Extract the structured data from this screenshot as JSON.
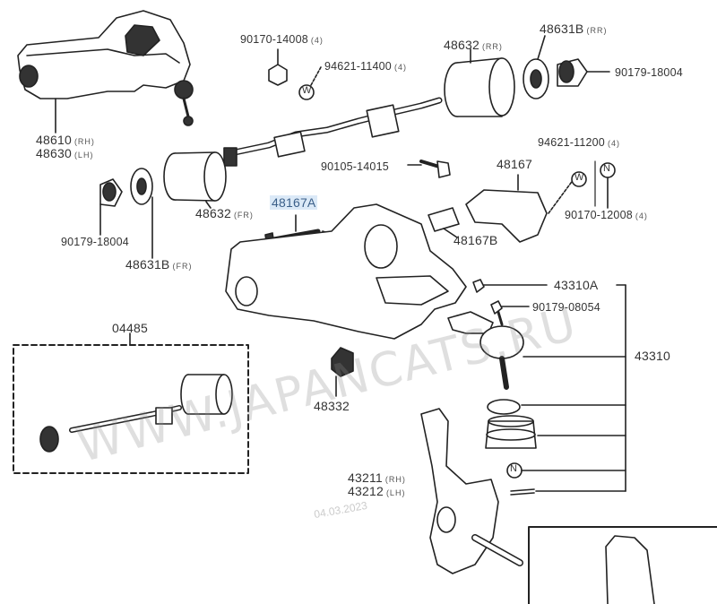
{
  "labels": {
    "p48610": {
      "pn": "48610",
      "sfx": "(RH)"
    },
    "p48630": {
      "pn": "48630",
      "sfx": "(LH)"
    },
    "p90170_14008": {
      "pn": "90170-14008",
      "sfx": "(4)"
    },
    "p94621_11400": {
      "pn": "94621-11400",
      "sfx": "(4)"
    },
    "p48632_rr": {
      "pn": "48632",
      "sfx": "(RR)"
    },
    "p48631b_rr": {
      "pn": "48631B",
      "sfx": "(RR)"
    },
    "p90179_18004_top": {
      "pn": "90179-18004",
      "sfx": ""
    },
    "p90105_14015": {
      "pn": "90105-14015",
      "sfx": ""
    },
    "p48632_fr": {
      "pn": "48632",
      "sfx": "(FR)"
    },
    "p48167": {
      "pn": "48167",
      "sfx": ""
    },
    "p94621_11200": {
      "pn": "94621-11200",
      "sfx": "(4)"
    },
    "p90170_12008": {
      "pn": "90170-12008",
      "sfx": "(4)"
    },
    "p48167a": {
      "pn": "48167A",
      "sfx": ""
    },
    "p48167b": {
      "pn": "48167B",
      "sfx": ""
    },
    "p90179_18004_left": {
      "pn": "90179-18004",
      "sfx": ""
    },
    "p48631b_fr": {
      "pn": "48631B",
      "sfx": "(FR)"
    },
    "p43310a": {
      "pn": "43310A",
      "sfx": ""
    },
    "p90179_08054": {
      "pn": "90179-08054",
      "sfx": ""
    },
    "p43310": {
      "pn": "43310",
      "sfx": ""
    },
    "p04485": {
      "pn": "04485",
      "sfx": ""
    },
    "p48332": {
      "pn": "48332",
      "sfx": ""
    },
    "p43211": {
      "pn": "43211",
      "sfx": "(RH)"
    },
    "p43212": {
      "pn": "43212",
      "sfx": "(LH)"
    }
  },
  "watermark": {
    "text": "WWW.JAPANCATS.RU",
    "date": "04.03.2023"
  },
  "markers": {
    "washer": "W",
    "nut": "N"
  }
}
